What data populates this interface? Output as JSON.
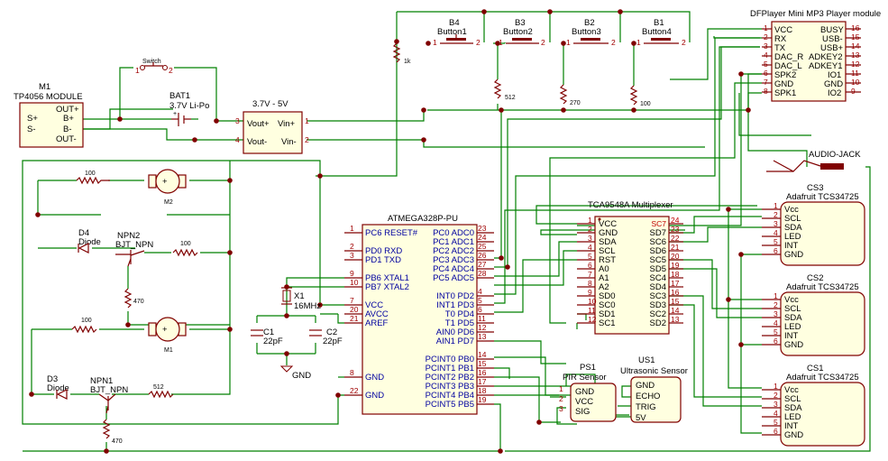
{
  "tp4056": {
    "ref": "M1",
    "name": "TP4056 MODULE",
    "left": [
      "S+",
      "S-"
    ],
    "right": [
      "OUT+",
      "B+",
      "B-",
      "OUT-"
    ]
  },
  "switch": {
    "label": "Switch",
    "p1": "1",
    "p2": "2"
  },
  "battery": {
    "ref": "BAT1",
    "value": "3.7V Li-Po",
    "plus": "+"
  },
  "boost": {
    "name": "3.7V - 5V",
    "pins": [
      "Vout+",
      "Vout-",
      "Vin+",
      "Vin-"
    ],
    "nums": [
      "3",
      "4",
      "1",
      "2"
    ]
  },
  "pullup": {
    "value": "1k"
  },
  "buttons": [
    {
      "ref": "B4",
      "name": "Button1",
      "p1": "1",
      "p2": "2",
      "res": "512"
    },
    {
      "ref": "B3",
      "name": "Button2",
      "p1": "1",
      "p2": "2",
      "res": "270"
    },
    {
      "ref": "B2",
      "name": "Button3",
      "p1": "1",
      "p2": "2",
      "res": "100"
    },
    {
      "ref": "B1",
      "name": "Button4",
      "p1": "1",
      "p2": "2"
    }
  ],
  "dfplayer": {
    "title": "DFPlayer Mini MP3 Player module",
    "left": [
      "VCC",
      "RX",
      "TX",
      "DAC_R",
      "DAC_L",
      "SPK2",
      "GND",
      "SPK1"
    ],
    "left_nums": [
      "1",
      "2",
      "3",
      "4",
      "5",
      "6",
      "7",
      "8"
    ],
    "right": [
      "BUSY",
      "USB-",
      "USB+",
      "ADKEY2",
      "ADKEY1",
      "IO1",
      "GND",
      "IO2"
    ],
    "right_nums": [
      "16",
      "15",
      "14",
      "13",
      "12",
      "11",
      "10",
      "9"
    ]
  },
  "audio": {
    "label": "AUDIO-JACK"
  },
  "atmega": {
    "title": "ATMEGA328P-PU",
    "left": [
      "PC6 RESET#",
      "PD0 RXD",
      "PD1 TXD",
      "PB6 XTAL1",
      "PB7 XTAL2",
      "VCC",
      "AVCC",
      "AREF",
      "GND",
      "GND"
    ],
    "left_nums": [
      "1",
      "2",
      "3",
      "9",
      "10",
      "7",
      "20",
      "21",
      "8",
      "22"
    ],
    "right": [
      "PC0 ADC0",
      "PC1 ADC1",
      "PC2 ADC2",
      "PC3 ADC3",
      "PC4 ADC4",
      "PC5 ADC5",
      "INT0 PD2",
      "INT1 PD3",
      "T0 PD4",
      "T1 PD5",
      "AIN0 PD6",
      "AIN1 PD7",
      "PCINT0 PB0",
      "PCINT1 PB1",
      "PCINT2 PB2",
      "PCINT3 PB3",
      "PCINT4 PB4",
      "PCINT5 PB5"
    ],
    "right_nums": [
      "23",
      "24",
      "25",
      "26",
      "27",
      "28",
      "4",
      "5",
      "6",
      "11",
      "12",
      "13",
      "14",
      "15",
      "16",
      "17",
      "18",
      "19"
    ]
  },
  "crystal": {
    "ref": "X1",
    "value": "16MHz"
  },
  "caps": [
    {
      "ref": "C1",
      "value": "22pF"
    },
    {
      "ref": "C2",
      "value": "22pF"
    }
  ],
  "gnd": "GND",
  "tca": {
    "title": "TCA9548A Multiplexer",
    "left": [
      "VCC",
      "GND",
      "SDA",
      "SCL",
      "RST",
      "A0",
      "A1",
      "A2",
      "SD0",
      "SC0",
      "SD1",
      "SC1"
    ],
    "left_nums": [
      "1",
      "2",
      "3",
      "4",
      "5",
      "6",
      "7",
      "8",
      "9",
      "10",
      "11",
      "12"
    ],
    "right": [
      "SC7",
      "SD7",
      "SC6",
      "SD6",
      "SC5",
      "SD5",
      "SC4",
      "SD4",
      "SC3",
      "SD3",
      "SC2",
      "SD2"
    ],
    "right_nums": [
      "24",
      "23",
      "22",
      "21",
      "20",
      "19",
      "18",
      "17",
      "16",
      "15",
      "14",
      "13"
    ]
  },
  "sensors": [
    {
      "ref": "CS3",
      "name": "Adafruit TCS34725"
    },
    {
      "ref": "CS2",
      "name": "Adafruit TCS34725"
    },
    {
      "ref": "CS1",
      "name": "Adafruit TCS34725"
    }
  ],
  "sensor_pins": [
    "Vcc",
    "SCL",
    "SDA",
    "LED",
    "INT",
    "GND"
  ],
  "sensor_nums": [
    "1",
    "2",
    "3",
    "4",
    "5",
    "6"
  ],
  "pir": {
    "ref": "PS1",
    "name": "PIR Sensor",
    "pins": [
      "GND",
      "VCC",
      "SIG"
    ],
    "nums": [
      "1",
      "2",
      "3"
    ]
  },
  "us": {
    "ref": "US1",
    "name": "Ultrasonic Sensor",
    "pins": [
      "GND",
      "ECHO",
      "TRIG",
      "5V"
    ]
  },
  "motors": [
    {
      "ref": "M2"
    },
    {
      "ref": "M1"
    }
  ],
  "diodes": [
    {
      "ref": "D4",
      "value": "Diode"
    },
    {
      "ref": "D3",
      "value": "Diode"
    }
  ],
  "transistors": [
    {
      "ref": "NPN2",
      "value": "BJT_NPN"
    },
    {
      "ref": "NPN1",
      "value": "BJT_NPN"
    }
  ],
  "driver_res": {
    "m2_top": "100",
    "npn2_base": "100",
    "npn2_emit": "470",
    "m1_top": "100",
    "npn1_base": "512",
    "npn1_emit": "470"
  }
}
